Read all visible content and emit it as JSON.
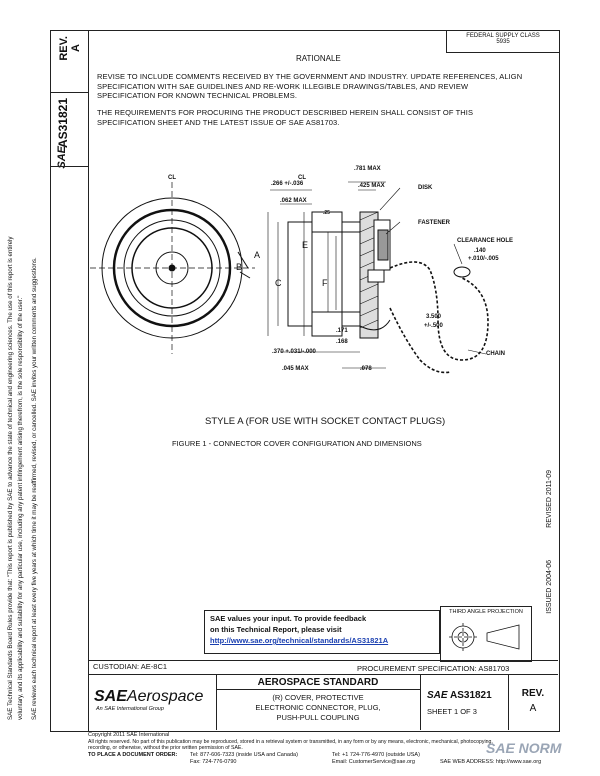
{
  "header": {
    "stamp_line1": "FEDERAL SUPPLY CLASS",
    "stamp_line2": "5935",
    "rationale_title": "RATIONALE",
    "rationale_body": "REVISE TO INCLUDE COMMENTS RECEIVED BY THE GOVERNMENT AND INDUSTRY. UPDATE REFERENCES, ALIGN SPECIFICATION WITH SAE GUIDELINES AND RE-WORK ILLEGIBLE DRAWINGS/TABLES, AND REVIEW SPECIFICATION FOR KNOWN TECHNICAL PROBLEMS.",
    "requirements_body": "THE REQUIREMENTS FOR PROCURING THE PRODUCT DESCRIBED HEREIN SHALL CONSIST OF THIS SPECIFICATION SHEET AND THE LATEST ISSUE OF SAE AS81703."
  },
  "left_column": {
    "rev_label": "REV.",
    "rev_value": "A",
    "doc_number": "AS31821",
    "sae_mark": "SAE",
    "disclaimer_line1": "SAE Technical Standards Board Rules provide that: \"This report is published by SAE to advance the state of technical and engineering sciences. The use of this report is entirely",
    "disclaimer_line2": "voluntary, and its applicability and suitability for any particular use, including any patent infringement arising therefrom, is the sole responsibility of the user.\"",
    "disclaimer_line3": "SAE reviews each technical report at least every five years at which time it may be reaffirmed, revised, or cancelled. SAE invites your written comments and suggestions."
  },
  "right_edge": {
    "issued": "ISSUED 2004-06",
    "revised": "REVISED 2011-09"
  },
  "drawing": {
    "centerline_label": "CL",
    "dims": {
      "d1": ".781 MAX",
      "d2": ".266 +/-.036",
      "d3": ".425 MAX",
      "d4": ".062 MAX",
      "d5": ".25",
      "d6": ".171",
      "d7": ".168",
      "d8": ".370 +.031/-.000",
      "d9": ".045 MAX",
      "d10": ".078",
      "d11": "3.500",
      "d12": "+/-.500",
      "d13": ".140",
      "d14": "+.010/-.005"
    },
    "labels": {
      "disk": "DISK",
      "fastener": "FASTENER",
      "clearance_hole": "CLEARANCE HOLE",
      "chain": "CHAIN",
      "A": "A",
      "B": "B",
      "C": "C",
      "E": "E",
      "F": "F"
    },
    "style_caption": "STYLE A (FOR USE WITH SOCKET CONTACT PLUGS)",
    "figure_caption": "FIGURE 1 - CONNECTOR COVER CONFIGURATION AND DIMENSIONS"
  },
  "feedback": {
    "line1": "SAE values your input. To provide feedback",
    "line2": "on this Technical Report, please visit",
    "link": "http://www.sae.org/technical/standards/AS31821A"
  },
  "projection": {
    "label": "THIRD ANGLE PROJECTION"
  },
  "title_block": {
    "custodian": "CUSTODIAN: AE-8C1",
    "procurement": "PROCUREMENT SPECIFICATION: AS81703",
    "logo_main": "SAE",
    "logo_sub": "Aerospace",
    "logo_tag": "An SAE International Group",
    "standard_title": "AEROSPACE STANDARD",
    "desc1": "(R) COVER, PROTECTIVE",
    "desc2": "ELECTRONIC CONNECTOR, PLUG,",
    "desc3": "PUSH-PULL COUPLING",
    "sae_small": "SAE",
    "doc_number": "AS31821",
    "sheet": "SHEET 1 OF 3",
    "rev_label": "REV.",
    "rev_value": "A"
  },
  "footer": {
    "copyright": "Copyright 2011 SAE International",
    "rights": "All rights reserved. No part of this publication may be reproduced, stored in a retrieval system or transmitted, in any form or by any means, electronic, mechanical, photocopying,",
    "rights2": "recording, or otherwise, without the prior written permission of SAE.",
    "order_label": "TO PLACE A DOCUMENT ORDER:",
    "tel1": "Tel: 877-606-7323 (inside USA and Canada)",
    "tel2": "Tel: +1 724-776-4970 (outside USA)",
    "fax": "Fax: 724-776-0790",
    "email": "Email: CustomerService@sae.org",
    "web": "SAE WEB ADDRESS: http://www.sae.org",
    "watermark": "SAE NORM"
  }
}
